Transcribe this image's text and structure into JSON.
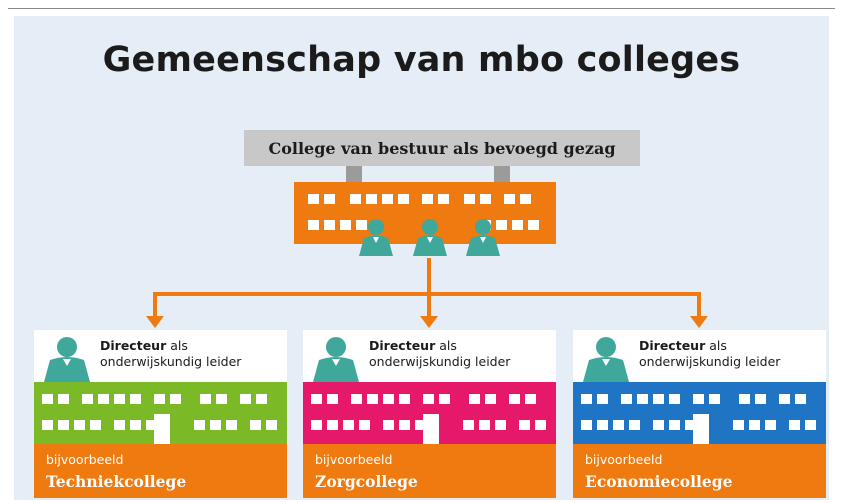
{
  "title": "Gemeenschap van mbo colleges",
  "board": {
    "label": "College van bestuur als bevoegd gezag"
  },
  "colleges": [
    {
      "director_bold": "Directeur",
      "director_rest": " als",
      "director_line2": "onderwijskundig leider",
      "example_label": "bijvoorbeeld",
      "name": "Techniekcollege",
      "color": "#7cb927"
    },
    {
      "director_bold": "Directeur",
      "director_rest": " als",
      "director_line2": "onderwijskundig leider",
      "example_label": "bijvoorbeeld",
      "name": "Zorgcollege",
      "color": "#e5186a"
    },
    {
      "director_bold": "Directeur",
      "director_rest": " als",
      "director_line2": "onderwijskundig leider",
      "example_label": "bijvoorbeeld",
      "name": "Economiecollege",
      "color": "#1f74c4"
    }
  ],
  "colors": {
    "orange": "#ee7a10",
    "teal": "#3fa89a",
    "background": "#e5eef7",
    "banner": "#c8c8c8"
  },
  "icons": [
    "person-icon",
    "building-icon",
    "arrow-down-icon"
  ]
}
